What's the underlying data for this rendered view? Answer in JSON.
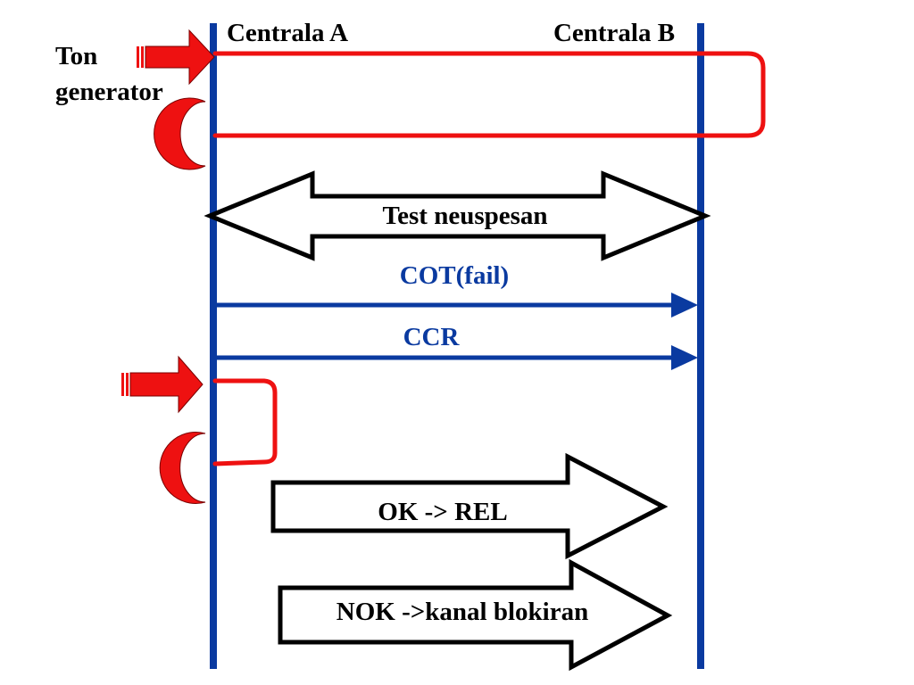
{
  "labels": {
    "exchange_a": "Centrala A",
    "exchange_b": "Centrala B",
    "tone_generator_line1": "Ton",
    "tone_generator_line2": "generator",
    "test_label": "Test neuspesan",
    "cot_label": "COT(fail)",
    "ccr_label": "CCR",
    "ok_label": "OK -> REL",
    "nok_label": "NOK ->kanal blokiran"
  },
  "colors": {
    "timeline": "#0a3aa0",
    "message_text": "#0a3aa0",
    "loop": "#ee1111",
    "tone_arrow": "#ee1111",
    "receiver": "#ee1111",
    "outline": "#000000",
    "text": "#000000"
  },
  "icons": {
    "tone_source": "tone-generator-arrow-icon",
    "tone_receiver": "tone-receiver-crescent-icon"
  }
}
